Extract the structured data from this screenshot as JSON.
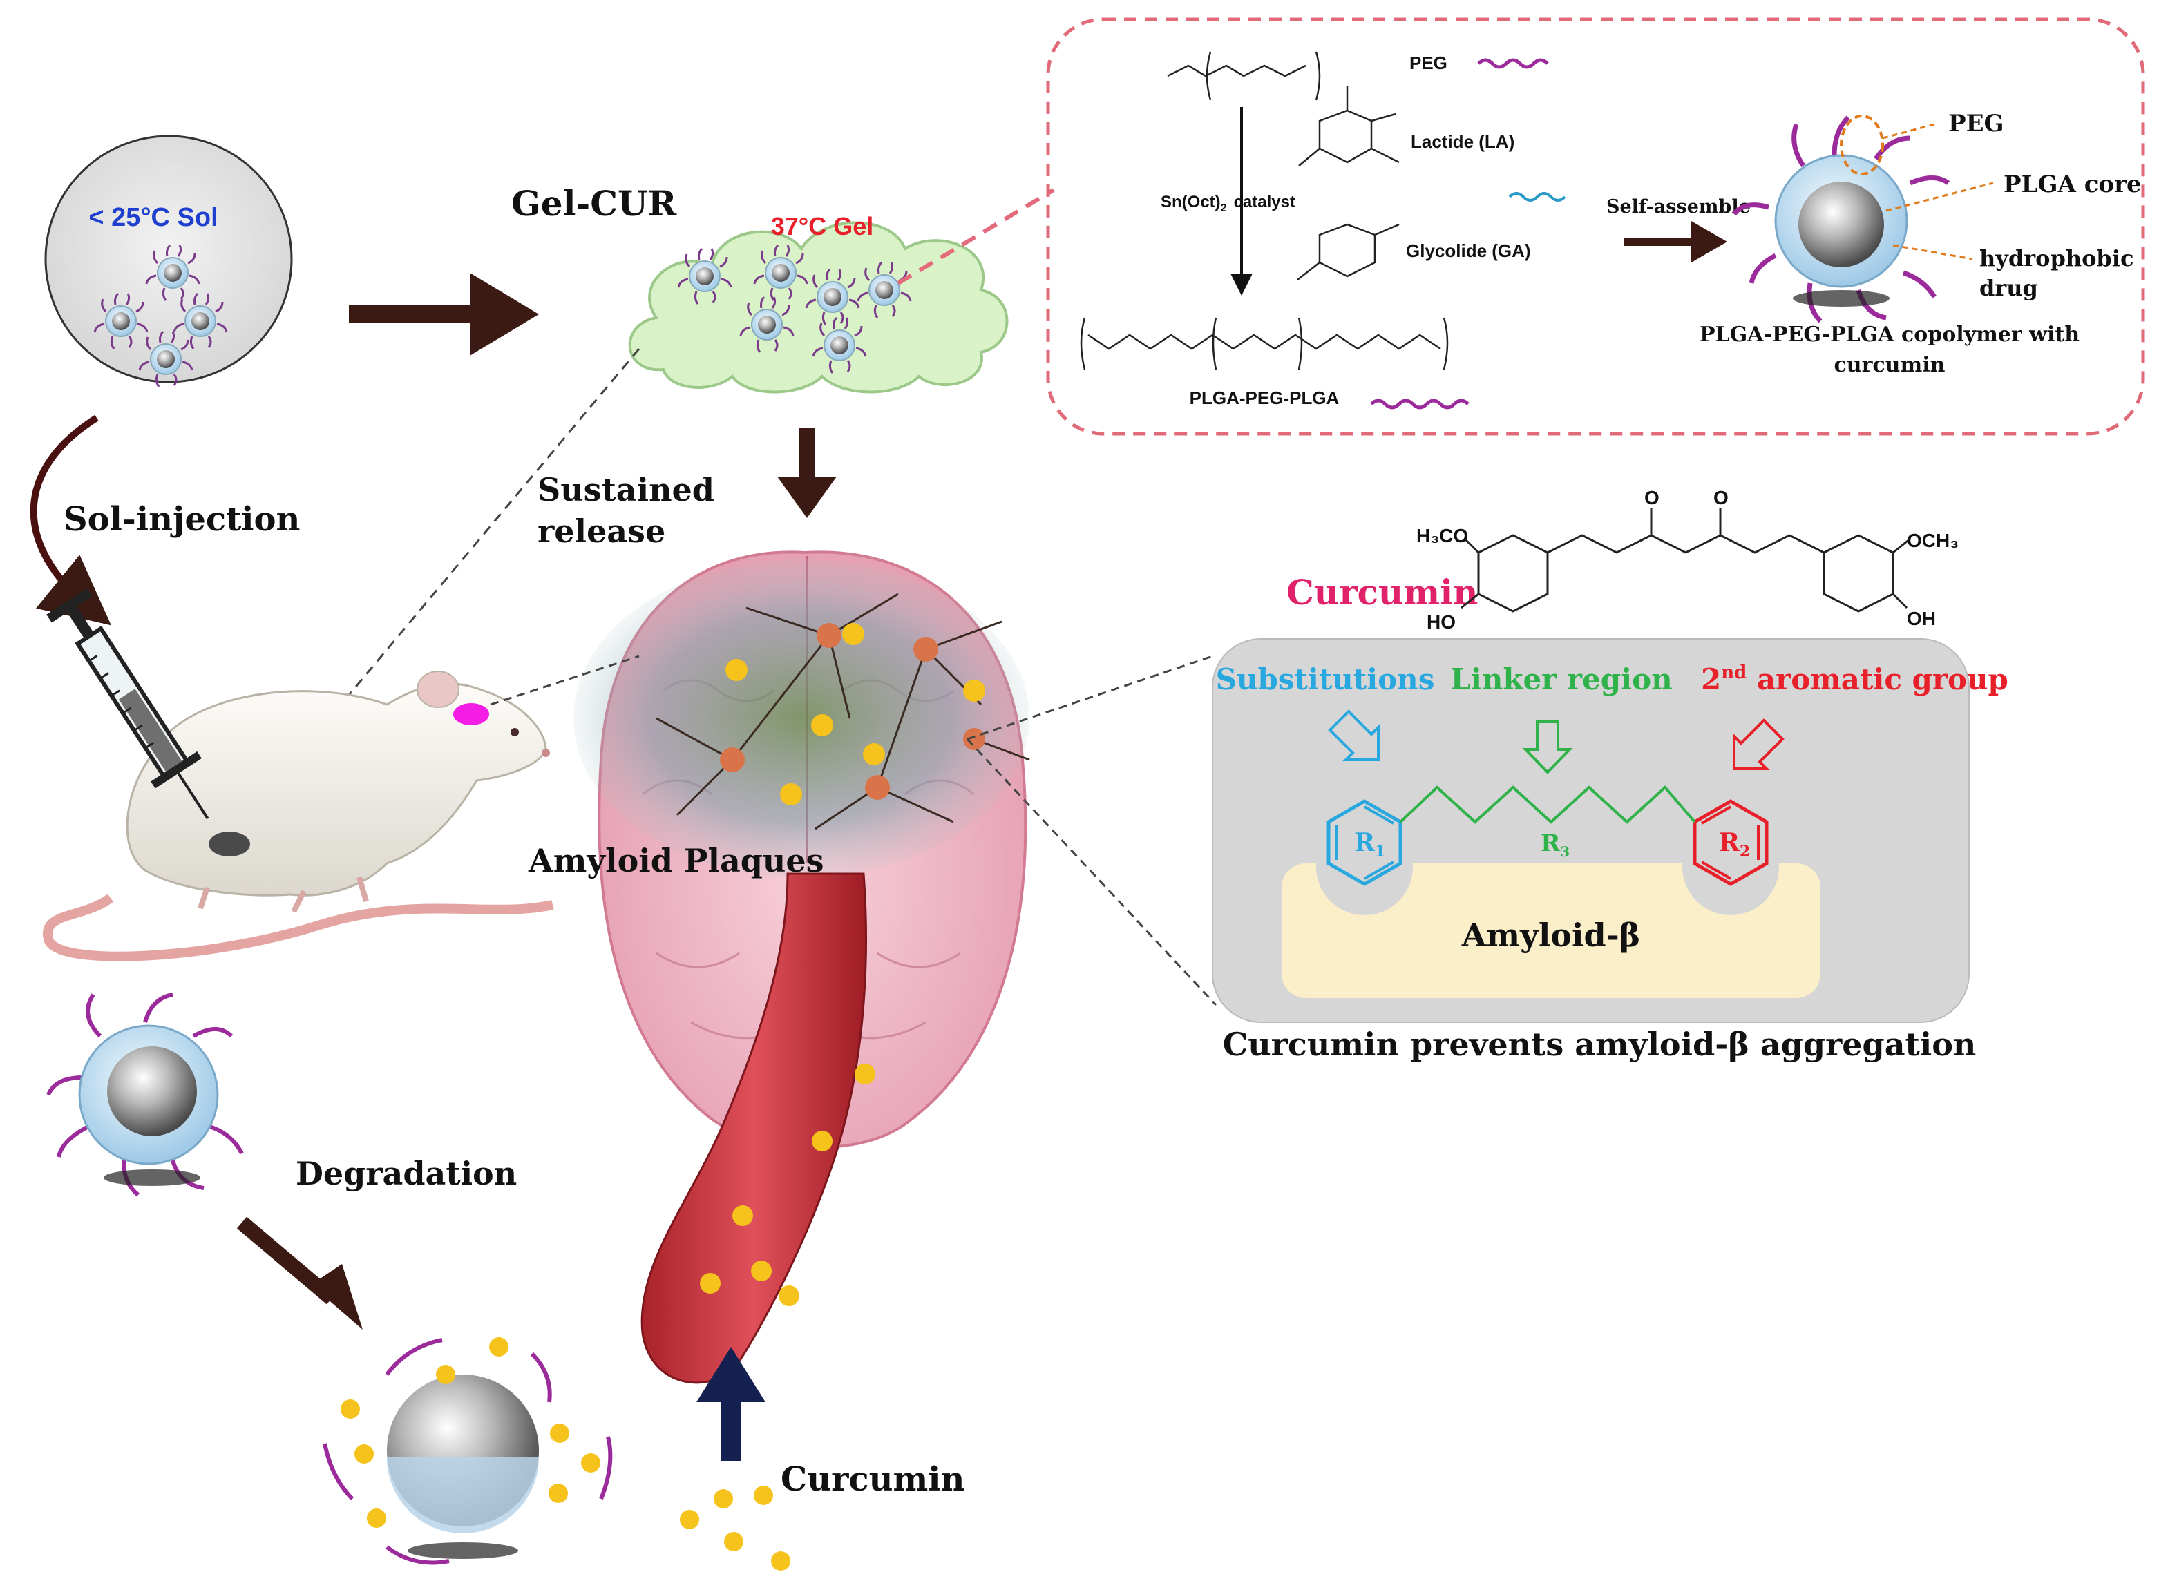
{
  "labels": {
    "sol_state": "< 25°C Sol",
    "gel_cur": "Gel-CUR",
    "gel_state": "37°C Gel",
    "sol_injection": "Sol-injection",
    "sustained_release_1": "Sustained",
    "sustained_release_2": "release",
    "amyloid_plaques": "Amyloid Plaques",
    "degradation": "Degradation",
    "curcumin_bottom": "Curcumin"
  },
  "synthesis": {
    "peg": "PEG",
    "lactide": "Lactide (LA)",
    "glycolide": "Glycolide (GA)",
    "catalyst": "Sn(Oct)",
    "catalyst_sub": "2",
    "catalyst_word": "catalyst",
    "product": "PLGA-PEG-PLGA",
    "self_assemble": "Self-assemble",
    "micelle_peg": "PEG",
    "micelle_core": "PLGA core",
    "micelle_drug_1": "hydrophobic",
    "micelle_drug_2": "drug",
    "micelle_caption_1": "PLGA-PEG-PLGA copolymer with",
    "micelle_caption_2": "curcumin"
  },
  "curcumin_panel": {
    "title": "Curcumin",
    "h3co": "H₃CO",
    "och3": "OCH₃",
    "ho": "HO",
    "oh": "OH",
    "o": "O",
    "substitutions": "Substitutions",
    "linker": "Linker region",
    "aromatic_sup": "nd",
    "aromatic_pre": "2",
    "aromatic_post": " aromatic group",
    "r1": "R",
    "r1_sub": "1",
    "r2": "R",
    "r2_sub": "2",
    "r3": "R",
    "r3_sub": "3",
    "amyloid": "Amyloid-β",
    "caption": "Curcumin prevents amyloid-β aggregation"
  },
  "colors": {
    "arrow_brown": "#3a1a12",
    "cyan": "#29a8e0",
    "green": "#2fb24a",
    "red": "#e8202a",
    "pink_title": "#e0226a",
    "peg_purple": "#9b2a9b",
    "gel_green": "#d9f2c8",
    "curcumin_yellow": "#f6c21c"
  }
}
